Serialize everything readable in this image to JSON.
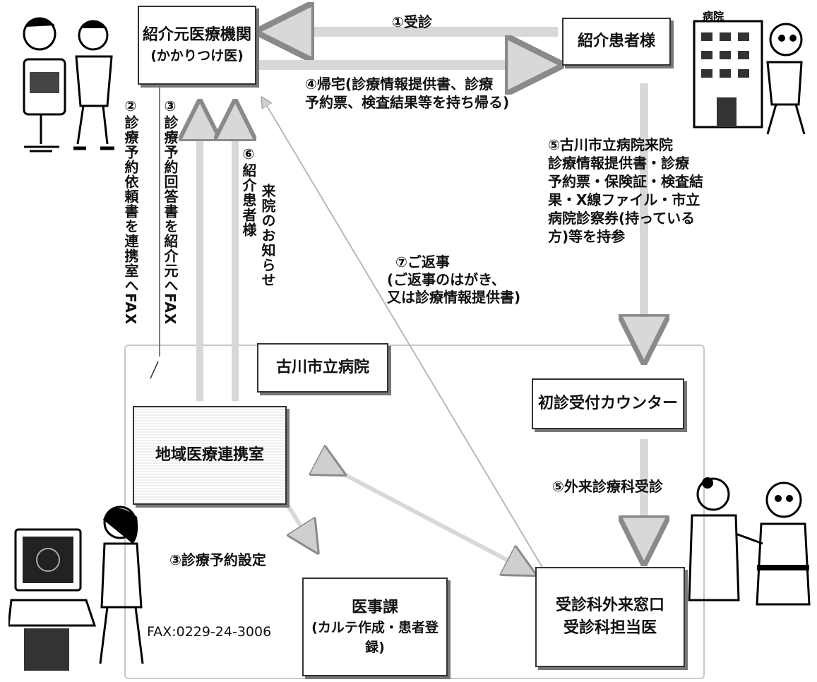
{
  "boxes": {
    "referral_clinic_title": "紹介元医療機関",
    "referral_clinic_sub": "(かかりつけ医)",
    "patient": "紹介患者様",
    "hospital": "古川市立病院",
    "first_visit_counter": "初診受付カウンター",
    "regional_office": "地域医療連携室",
    "medical_affairs_title": "医事課",
    "medical_affairs_sub": "(カルテ作成・患者登録)",
    "dept_window_1": "受診科外来窓口",
    "dept_window_2": "受診科担当医"
  },
  "steps": {
    "s1": "①受診",
    "s4_line1": "④帰宅(診療情報提供書、診療",
    "s4_line2": "予約票、検査結果等を持ち帰る)",
    "s5_lines": [
      "⑤古川市立病院来院",
      "診療情報提供書・診療",
      "予約票・保険証・検査結",
      "果・X線ファイル・市立",
      "病院診察券(持っている",
      "方)等を持参"
    ],
    "s7_line1": "⑦ご返事",
    "s7_line2": "(ご返事のはがき、",
    "s7_line3": "又は診療情報提供書)",
    "s5b": "⑤外来診療科受診",
    "s3b": "③診療予約設定",
    "s2_vertical": "②診療予約依頼書を連携室へFAX",
    "s3_vertical": "③診療予約回答書を紹介元へFAX",
    "s6_vertical_a": "⑥紹介患者様",
    "s6_vertical_b": "来院のお知らせ"
  },
  "fax_number": "FAX:0229-24-3006",
  "colors": {
    "arrow_fill": "#d8d8d8",
    "arrow_stroke": "#8a8a8a",
    "box_border": "#333333",
    "frame": "#c8c8c8"
  }
}
